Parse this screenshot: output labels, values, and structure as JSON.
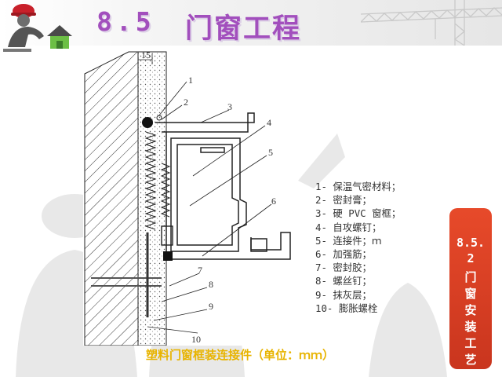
{
  "header": {
    "section_number": "8.5",
    "section_title": "门窗工程"
  },
  "figure": {
    "callouts": [
      "15",
      "1",
      "2",
      "3",
      "4",
      "5",
      "6",
      "7",
      "8",
      "9",
      "10"
    ]
  },
  "legend": [
    "1- 保温气密材料；",
    "2- 密封膏；",
    "3- 硬 PVC 窗框；",
    "4- 自攻螺钉；",
    "5- 连接件；ｍ",
    "6- 加强筋；",
    "7- 密封胶；",
    "8- 螺丝钉；",
    "9- 抹灰层；",
    "10- 膨胀螺栓"
  ],
  "caption": "塑料门窗框装连接件（单位：ｍｍ）",
  "badge": {
    "number": "8.5.2",
    "chars": [
      "门",
      "窗",
      "安",
      "装",
      "工",
      "艺"
    ]
  },
  "colors": {
    "title": "#a24fbd",
    "caption": "#e8b400",
    "badge": "#d63d22"
  }
}
